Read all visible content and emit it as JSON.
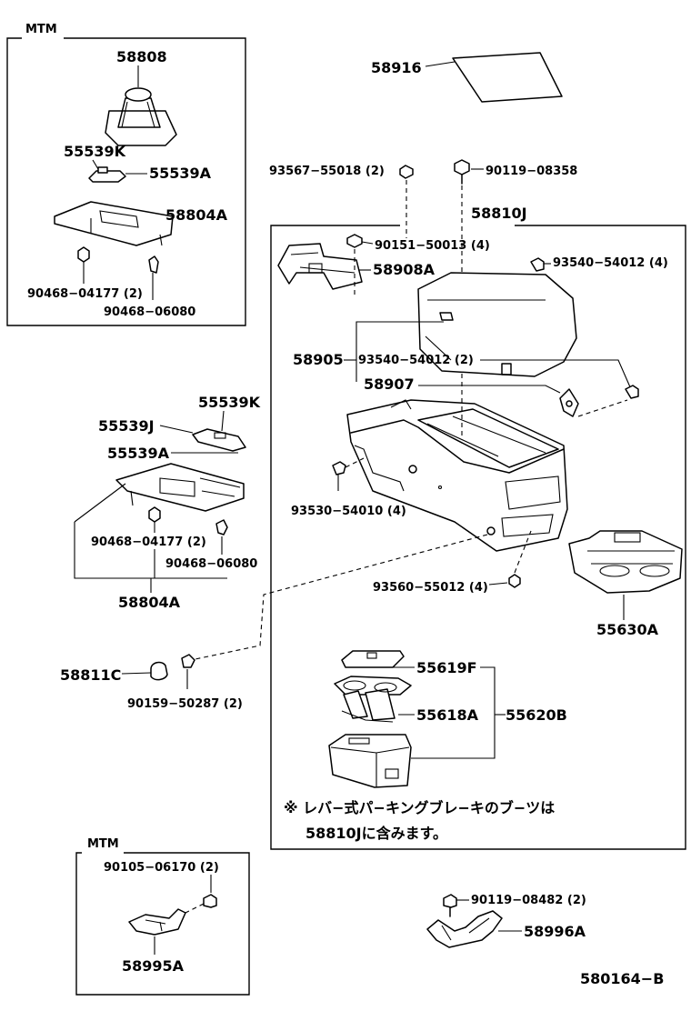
{
  "groups": {
    "mtm_top": "MTM",
    "mtm_bottom": "MTM"
  },
  "parts": {
    "p58808": "58808",
    "p55539K_top": "55539K",
    "p55539A_top": "55539A",
    "p58804A_top": "58804A",
    "p90468_04177_top": "90468−04177 (2)",
    "p90468_06080_top": "90468−06080",
    "p58916": "58916",
    "p93567": "93567−55018 (2)",
    "p90119_08358": "90119−08358",
    "p58810J": "58810J",
    "p90151": "90151−50013 (4)",
    "p58908A": "58908A",
    "p93540_4": "93540−54012 (4)",
    "p58905": "58905",
    "p93540_2": "93540−54012 (2)",
    "p58907": "58907",
    "p93530": "93530−54010 (4)",
    "p93560": "93560−55012 (4)",
    "p55630A": "55630A",
    "p55539K_mid": "55539K",
    "p55539J": "55539J",
    "p55539A_mid": "55539A",
    "p90468_04177_mid": "90468−04177 (2)",
    "p90468_06080_mid": "90468−06080",
    "p58804A_mid": "58804A",
    "p58811C": "58811C",
    "p90159": "90159−50287 (2)",
    "p55619F": "55619F",
    "p55618A": "55618A",
    "p55620B": "55620B",
    "p90105": "90105−06170 (2)",
    "p58995A": "58995A",
    "p90119_08482": "90119−08482 (2)",
    "p58996A": "58996A"
  },
  "note": {
    "line1": "※ レバ−式パ−キングブレ−キのブ−ツは",
    "line2": "58810Jに含みます。"
  },
  "diagram_id": "580164−B"
}
